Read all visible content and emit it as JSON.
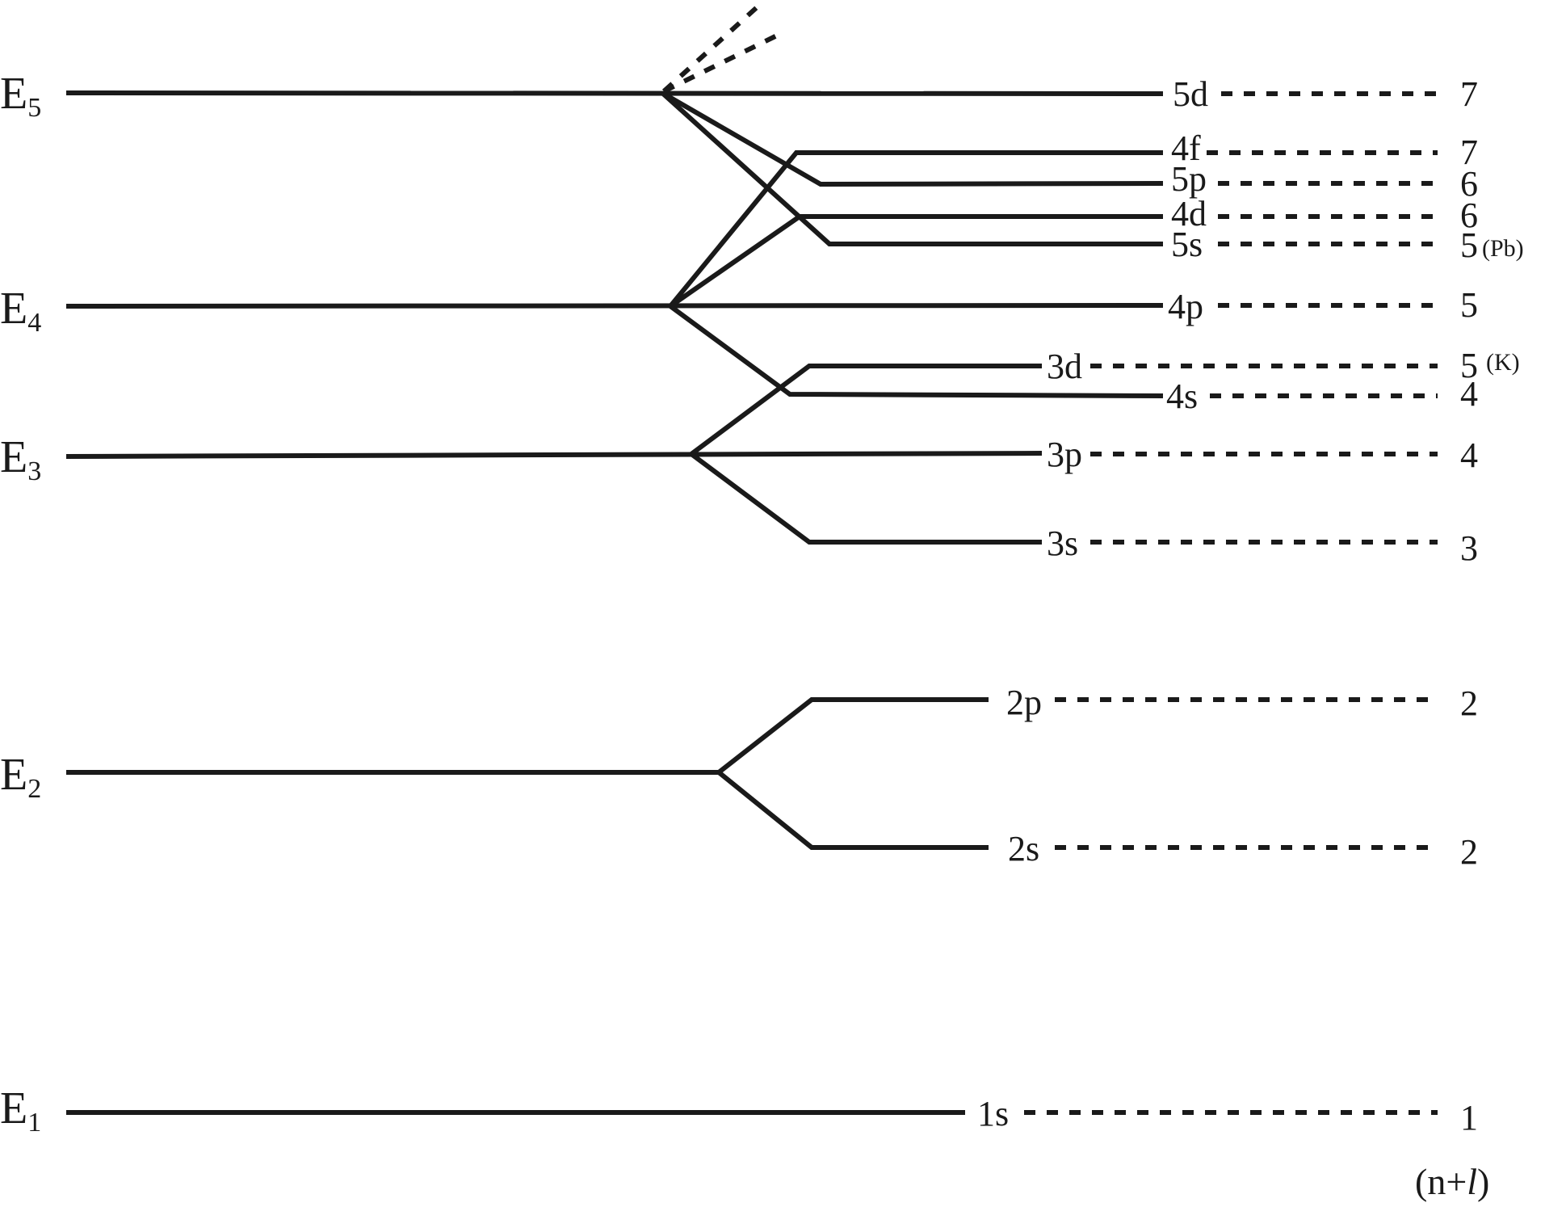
{
  "energy_levels": [
    {
      "letter": "E",
      "sub": "5"
    },
    {
      "letter": "E",
      "sub": "4"
    },
    {
      "letter": "E",
      "sub": "3"
    },
    {
      "letter": "E",
      "sub": "2"
    },
    {
      "letter": "E",
      "sub": "1"
    }
  ],
  "orbitals": [
    {
      "name": "5d",
      "n_plus_l": "7",
      "note": ""
    },
    {
      "name": "4f",
      "n_plus_l": "7",
      "note": ""
    },
    {
      "name": "5p",
      "n_plus_l": "6",
      "note": ""
    },
    {
      "name": "4d",
      "n_plus_l": "6",
      "note": ""
    },
    {
      "name": "5s",
      "n_plus_l": "5",
      "note": "(Pb)"
    },
    {
      "name": "4p",
      "n_plus_l": "5",
      "note": ""
    },
    {
      "name": "3d",
      "n_plus_l": "5",
      "note": "(K)"
    },
    {
      "name": "4s",
      "n_plus_l": "4",
      "note": ""
    },
    {
      "name": "3p",
      "n_plus_l": "4",
      "note": ""
    },
    {
      "name": "3s",
      "n_plus_l": "3",
      "note": ""
    },
    {
      "name": "2p",
      "n_plus_l": "2",
      "note": ""
    },
    {
      "name": "2s",
      "n_plus_l": "2",
      "note": ""
    },
    {
      "name": "1s",
      "n_plus_l": "1",
      "note": ""
    }
  ],
  "axis_label": {
    "open": "(n+",
    "italic": "l",
    "close": ")"
  }
}
